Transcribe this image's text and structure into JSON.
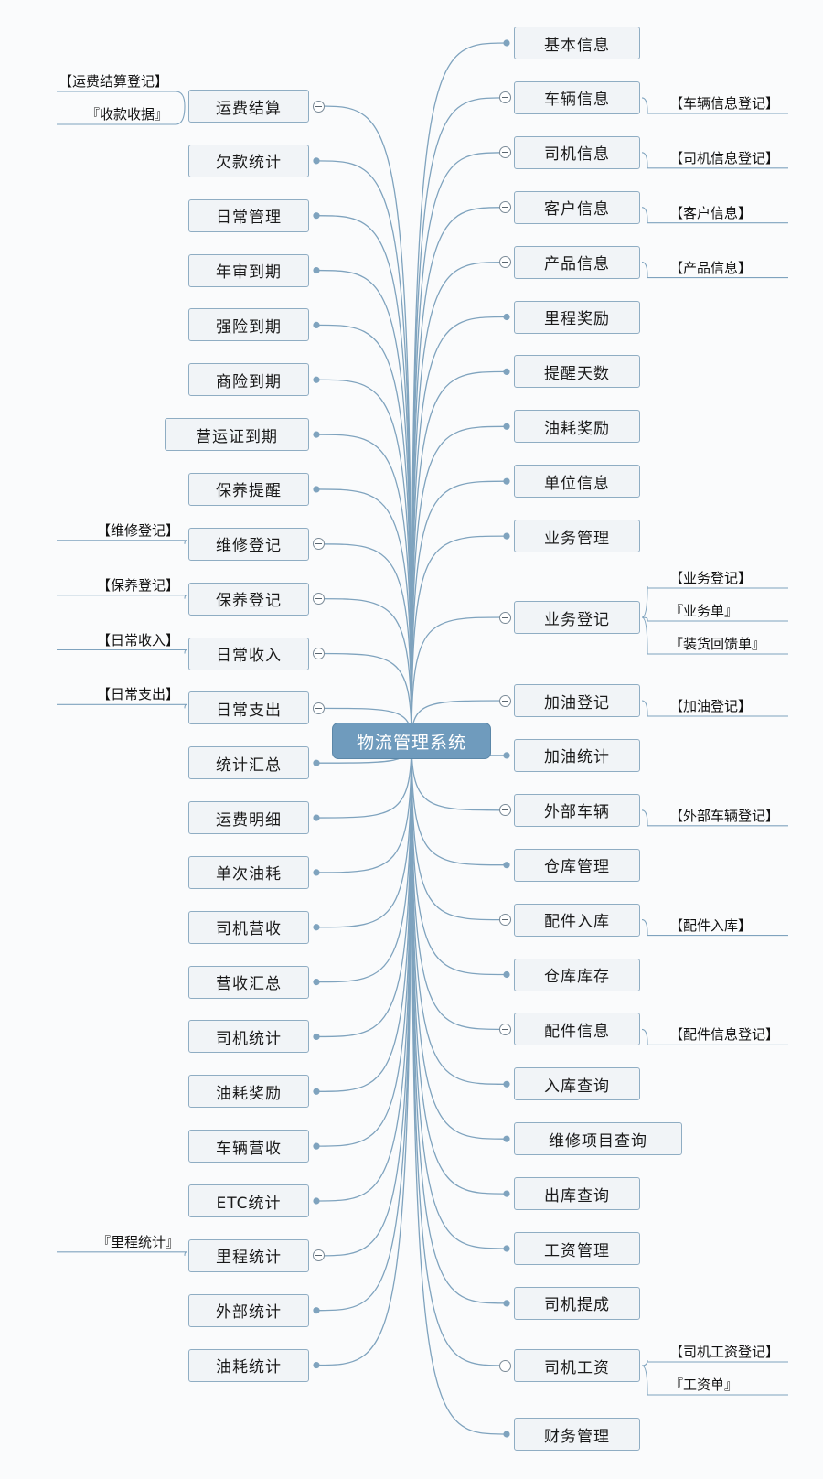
{
  "root": {
    "label": "物流管理系统"
  },
  "left_topics": [
    {
      "label": "运费结算",
      "collapse_toggle": true,
      "subtopics": [
        "【运费结算登记】",
        "『收款收据』"
      ]
    },
    {
      "label": "欠款统计"
    },
    {
      "label": "日常管理"
    },
    {
      "label": "年审到期"
    },
    {
      "label": "强险到期"
    },
    {
      "label": "商险到期"
    },
    {
      "label": "营运证到期"
    },
    {
      "label": "保养提醒"
    },
    {
      "label": "维修登记",
      "collapse_toggle": true,
      "subtopics": [
        "【维修登记】"
      ]
    },
    {
      "label": "保养登记",
      "collapse_toggle": true,
      "subtopics": [
        "【保养登记】"
      ]
    },
    {
      "label": "日常收入",
      "collapse_toggle": true,
      "subtopics": [
        "【日常收入】"
      ]
    },
    {
      "label": "日常支出",
      "collapse_toggle": true,
      "subtopics": [
        "【日常支出】"
      ]
    },
    {
      "label": "统计汇总"
    },
    {
      "label": "运费明细"
    },
    {
      "label": "单次油耗"
    },
    {
      "label": "司机营收"
    },
    {
      "label": "营收汇总"
    },
    {
      "label": "司机统计"
    },
    {
      "label": "油耗奖励"
    },
    {
      "label": "车辆营收"
    },
    {
      "label": "ETC统计"
    },
    {
      "label": "里程统计",
      "collapse_toggle": true,
      "subtopics": [
        "『里程统计』"
      ]
    },
    {
      "label": "外部统计"
    },
    {
      "label": "油耗统计"
    }
  ],
  "right_topics": [
    {
      "label": "基本信息"
    },
    {
      "label": "车辆信息",
      "collapse_toggle": true,
      "subtopics": [
        "【车辆信息登记】"
      ]
    },
    {
      "label": "司机信息",
      "collapse_toggle": true,
      "subtopics": [
        "【司机信息登记】"
      ]
    },
    {
      "label": "客户信息",
      "collapse_toggle": true,
      "subtopics": [
        "【客户信息】"
      ]
    },
    {
      "label": "产品信息",
      "collapse_toggle": true,
      "subtopics": [
        "【产品信息】"
      ]
    },
    {
      "label": "里程奖励"
    },
    {
      "label": "提醒天数"
    },
    {
      "label": "油耗奖励"
    },
    {
      "label": "单位信息"
    },
    {
      "label": "业务管理"
    },
    {
      "label": "业务登记",
      "collapse_toggle": true,
      "subtopics": [
        "【业务登记】",
        "『业务单』",
        "『装货回馈单』"
      ]
    },
    {
      "label": "加油登记",
      "collapse_toggle": true,
      "subtopics": [
        "【加油登记】"
      ]
    },
    {
      "label": "加油统计"
    },
    {
      "label": "外部车辆",
      "collapse_toggle": true,
      "subtopics": [
        "【外部车辆登记】"
      ]
    },
    {
      "label": "仓库管理"
    },
    {
      "label": "配件入库",
      "collapse_toggle": true,
      "subtopics": [
        "【配件入库】"
      ]
    },
    {
      "label": "仓库库存"
    },
    {
      "label": "配件信息",
      "collapse_toggle": true,
      "subtopics": [
        "【配件信息登记】"
      ]
    },
    {
      "label": "入库查询"
    },
    {
      "label": "维修项目查询"
    },
    {
      "label": "出库查询"
    },
    {
      "label": "工资管理"
    },
    {
      "label": "司机提成"
    },
    {
      "label": "司机工资",
      "collapse_toggle": true,
      "subtopics": [
        "【司机工资登记】",
        "『工资单』"
      ]
    },
    {
      "label": "财务管理"
    }
  ],
  "colors": {
    "connector": "#7fa3be",
    "root_fill": "#6f9bbd",
    "node_border": "#8fadc3",
    "node_fill": "#f1f4f7"
  }
}
